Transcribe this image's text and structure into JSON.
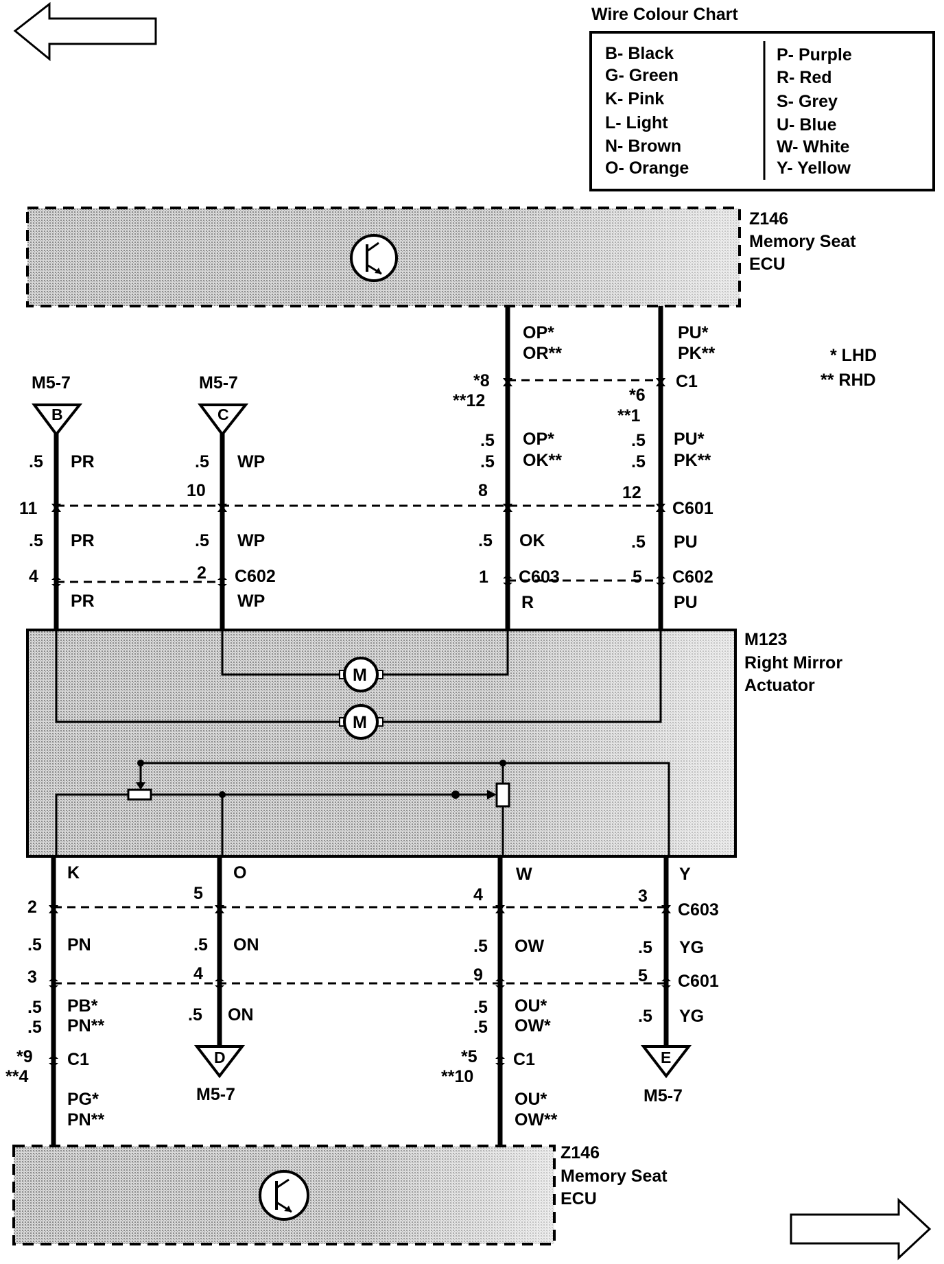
{
  "nav": {
    "prev_label": "",
    "next_label": ""
  },
  "legend": {
    "title": "Wire Colour Chart",
    "left": [
      "B- Black",
      "G- Green",
      "K- Pink",
      "L- Light",
      "N- Brown",
      "O- Orange"
    ],
    "right": [
      "P- Purple",
      "R- Red",
      "S- Grey",
      "U- Blue",
      "W- White",
      "Y- Yellow"
    ]
  },
  "notes": {
    "lhd": "* LHD",
    "rhd": "** RHD"
  },
  "ecu_top": {
    "id": "Z146",
    "line1": "Memory Seat",
    "line2": "ECU"
  },
  "ecu_bottom": {
    "id": "Z146",
    "line1": "Memory Seat",
    "line2": "ECU"
  },
  "actuator": {
    "id": "M123",
    "line1": "Right Mirror",
    "line2": "Actuator",
    "motor_symbol": "M"
  },
  "connectors": {
    "c1": "C1",
    "c601": "C601",
    "c602": "C602",
    "c603": "C603"
  },
  "terminals": {
    "b": {
      "letter": "B",
      "ref": "M5-7"
    },
    "c": {
      "letter": "C",
      "ref": "M5-7"
    },
    "d": {
      "letter": "D",
      "ref": "M5-7"
    },
    "e": {
      "letter": "E",
      "ref": "M5-7"
    }
  },
  "wires_top": {
    "ecu_op": "OP*",
    "ecu_or": "OR**",
    "ecu_pu": "PU*",
    "ecu_pk": "PK**",
    "c1_pin_8": "*8",
    "c1_pin_12": "**12",
    "c1_pin_6": "*6",
    "c1_pin_1": "**1",
    "size_05": ".5",
    "op": "OP*",
    "ok2": "OK**",
    "pu": "PU*",
    "pk2": "PK**",
    "pr": "PR",
    "wp": "WP",
    "ok": "OK",
    "pu_single": "PU",
    "c601_11": "11",
    "c601_10": "10",
    "c601_8": "8",
    "c601_12": "12",
    "c602_4": "4",
    "c602_2": "2",
    "c603_1": "1",
    "c602_5": "5",
    "r": "R"
  },
  "wires_bottom": {
    "k": "K",
    "o": "O",
    "w": "W",
    "y": "Y",
    "c603_2": "2",
    "c603_5": "5",
    "c603_4": "4",
    "c603_3": "3",
    "pn": "PN",
    "on": "ON",
    "ow": "OW",
    "yg": "YG",
    "c601_3": "3",
    "c601_4": "4",
    "c601_9": "9",
    "c601_5": "5",
    "pb": "PB*",
    "pn2": "PN**",
    "ou": "OU*",
    "ow_star": "OW*",
    "c1_9": "*9",
    "c1_4": "**4",
    "c1_5": "*5",
    "c1_10": "**10",
    "pg": "PG*",
    "pn_bot": "PN**",
    "ou_bot": "OU*",
    "ow_bot": "OW**"
  }
}
